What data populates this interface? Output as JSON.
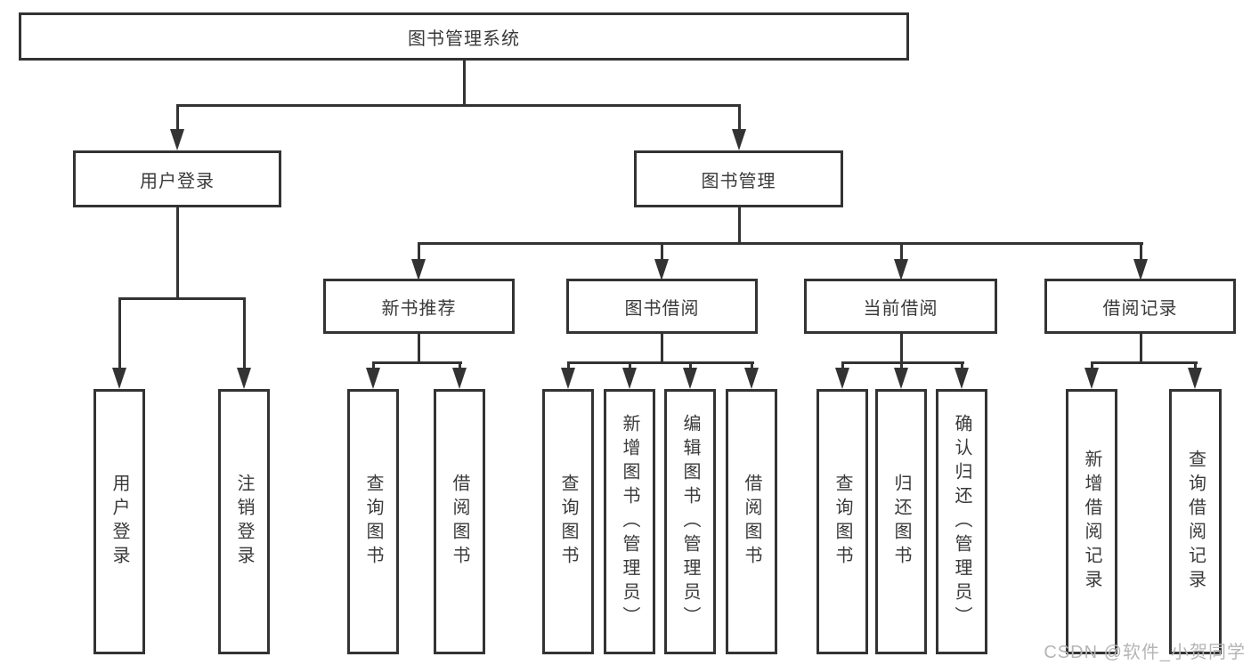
{
  "diagram": {
    "type": "hierarchy-tree",
    "colors": {
      "line": "#333333",
      "border": "#333333",
      "text": "#3a3a3a",
      "watermark": "#b5b5b5",
      "background": "#ffffff"
    },
    "tree": {
      "root": {
        "label": "图书管理系统"
      },
      "children": [
        {
          "label": "用户登录",
          "children": [
            {
              "label": "用户登录"
            },
            {
              "label": "注销登录"
            }
          ]
        },
        {
          "label": "图书管理",
          "children": [
            {
              "label": "新书推荐",
              "children": [
                {
                  "label": "查询图书"
                },
                {
                  "label": "借阅图书"
                }
              ]
            },
            {
              "label": "图书借阅",
              "children": [
                {
                  "label": "查询图书"
                },
                {
                  "label": "新增图书（管理员）"
                },
                {
                  "label": "编辑图书（管理员）"
                },
                {
                  "label": "借阅图书"
                }
              ]
            },
            {
              "label": "当前借阅",
              "children": [
                {
                  "label": "查询图书"
                },
                {
                  "label": "归还图书"
                },
                {
                  "label": "确认归还（管理员）"
                }
              ]
            },
            {
              "label": "借阅记录",
              "children": [
                {
                  "label": "新增借阅记录"
                },
                {
                  "label": "查询借阅记录"
                }
              ]
            }
          ]
        }
      ]
    },
    "watermark": {
      "text": "CSDN @软件_小贺同学"
    }
  }
}
